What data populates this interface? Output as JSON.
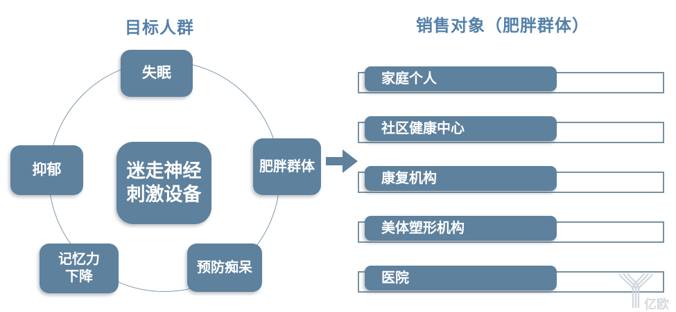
{
  "left_panel": {
    "title": "目标人群",
    "center_node": {
      "label": "迷走神经\n刺激设备"
    },
    "nodes": [
      {
        "id": "insomnia",
        "label": "失眠"
      },
      {
        "id": "depression",
        "label": "抑郁"
      },
      {
        "id": "obese-group",
        "label": "肥胖群体"
      },
      {
        "id": "memory-decline",
        "label": "记忆力\n下降"
      },
      {
        "id": "dementia-prevention",
        "label": "预防痴呆"
      }
    ]
  },
  "right_panel": {
    "title": "销售对象（肥胖群体）",
    "items": [
      {
        "label": "家庭个人"
      },
      {
        "label": "社区健康中心"
      },
      {
        "label": "康复机构"
      },
      {
        "label": "美体塑形机构"
      },
      {
        "label": "医院"
      }
    ]
  },
  "icons": {
    "arrow": "right-block-arrow",
    "watermark_logo": "yiou-logo"
  },
  "watermark": {
    "text": "亿欧"
  },
  "colors": {
    "node_fill": "#5e819d",
    "node_text": "#ffffff",
    "title_text": "#5380a9",
    "circle_stroke": "#7b96ab",
    "outline_border": "#76909f",
    "arrow_fill": "#5e819d",
    "watermark": "#ccd3d9",
    "background": "#ffffff"
  }
}
